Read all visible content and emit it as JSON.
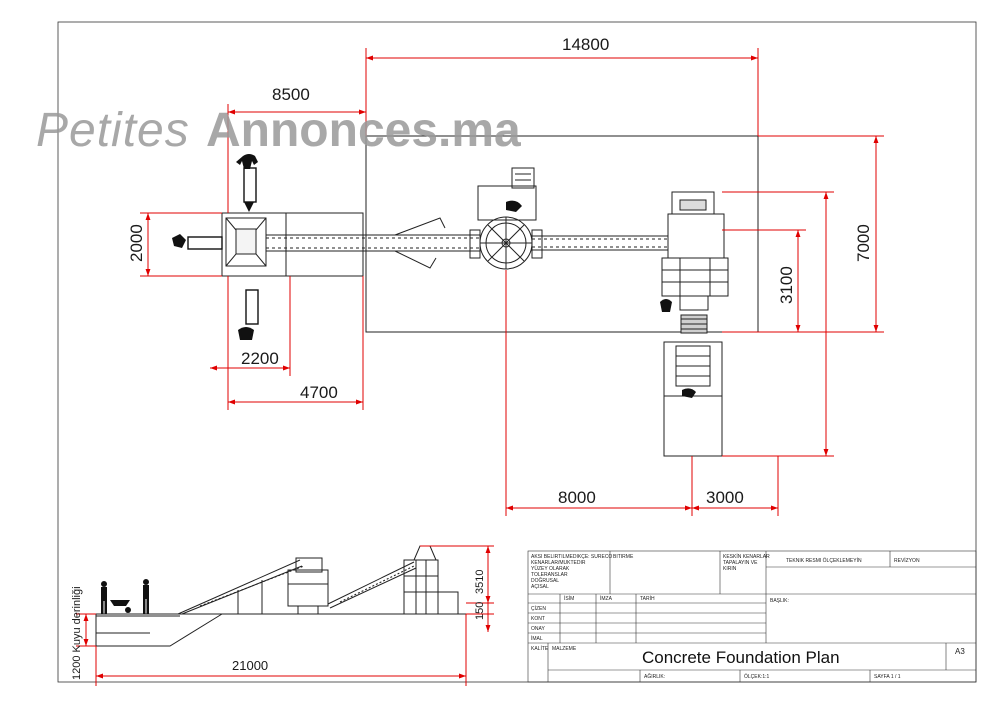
{
  "watermark": {
    "part1": "Petites",
    "part2": "Annonces.ma"
  },
  "colors": {
    "dimension": "#e00000",
    "line": "#222222",
    "watermark": "#9a9a9a"
  },
  "plan_dimensions": {
    "d14800": "14800",
    "d8500": "8500",
    "d2000": "2000",
    "d7000": "7000",
    "d3100": "3100",
    "d2200": "2200",
    "d4700": "4700",
    "d8000": "8000",
    "d3000": "3000"
  },
  "elevation": {
    "d3510": "3510",
    "d150": "150",
    "d21000": "21000",
    "well_label": "1200 Kuyu derinliği"
  },
  "title_block": {
    "notes_lines": [
      "AKSI BELIRTILMEDIKÇE: SURECO",
      "KENARLAR/MUKTEDIR",
      "YÜZEY OLARAK",
      "TOLERANSLAR",
      "DOĞRUSAL",
      "AÇISAL"
    ],
    "finish": "BITIRME",
    "edge_lines": [
      "KESKİN KENARLAR",
      "TAPALAYIN VE",
      "KIRIN"
    ],
    "no_scale": "TEKNIK RESMI ÖLÇEKLEMEYİN",
    "revision": "REVİZYON",
    "col_headers": [
      "İSİM",
      "İMZA",
      "TARİH"
    ],
    "row_labels": [
      "ÇİZEN",
      "KONT",
      "ONAY",
      "İMAL"
    ],
    "material": "KALİTE",
    "material_value": "MALZEME",
    "heading": "BAŞLIK:",
    "title": "Concrete Foundation Plan",
    "size": "A3",
    "weight": "AĞIRLIK:",
    "scale": "ÖLÇEK:1:1",
    "sheet": "SAYFA 1 / 1"
  }
}
